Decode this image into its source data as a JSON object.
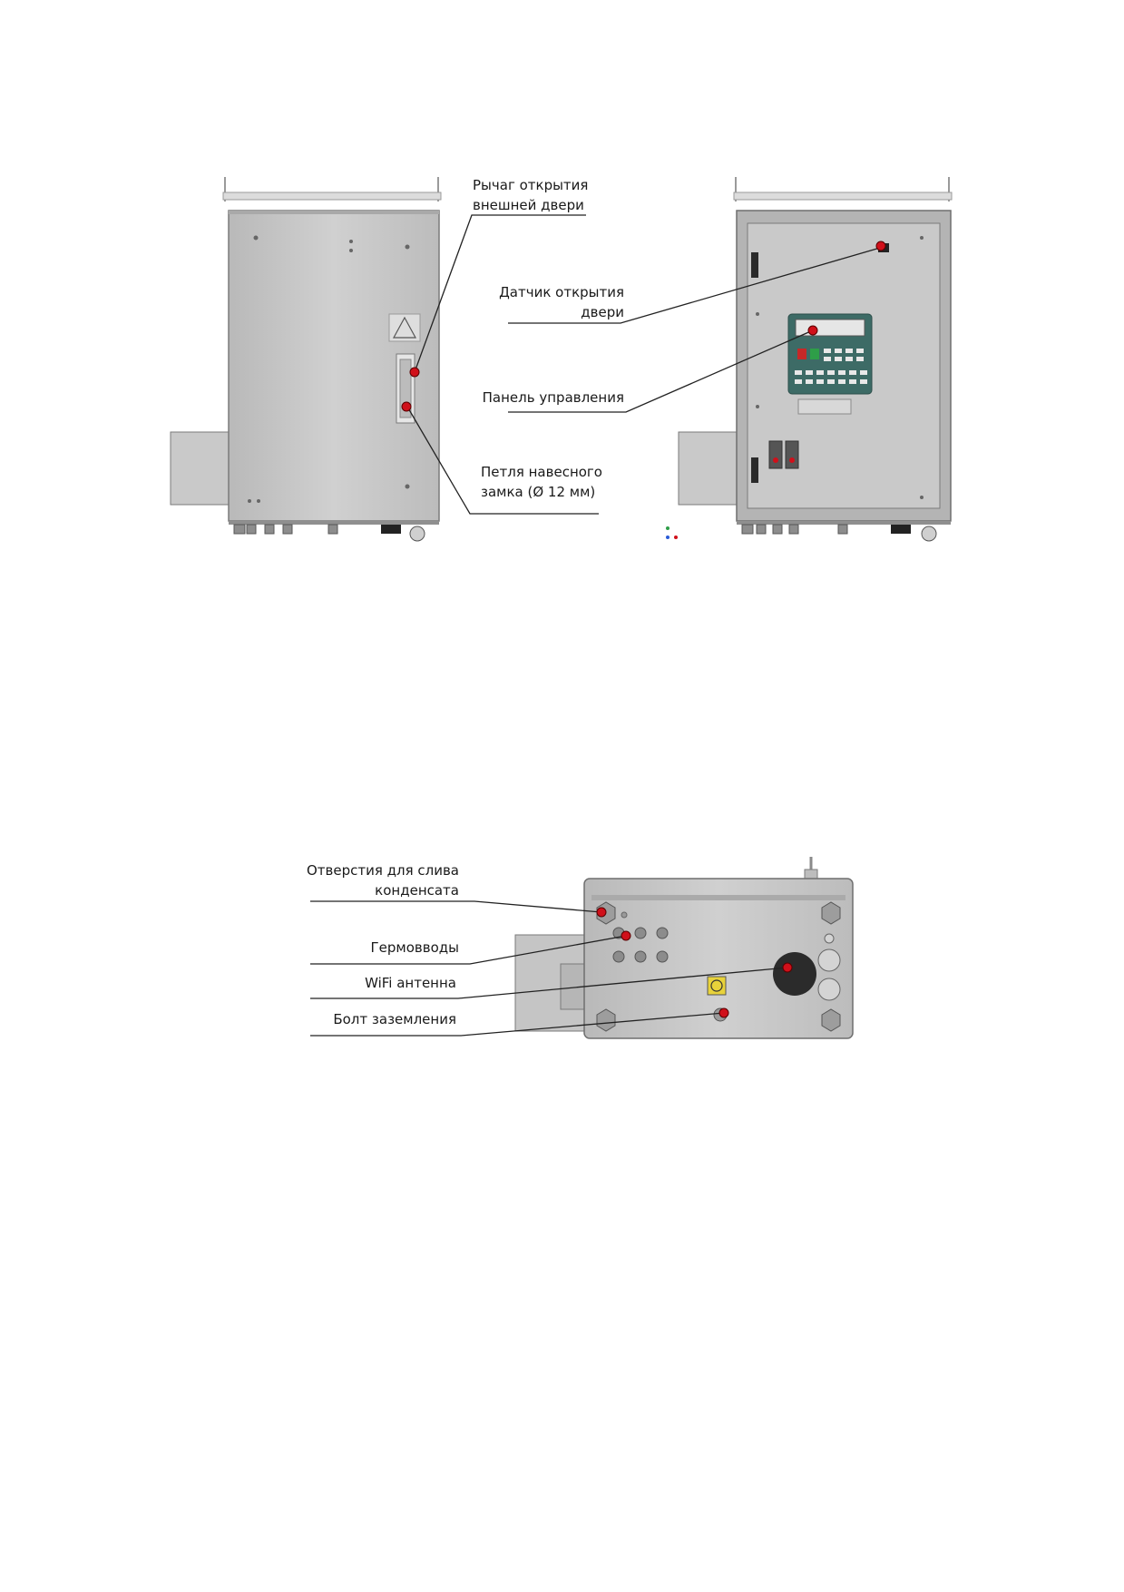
{
  "figure1": {
    "labels": {
      "lever": [
        "Рычаг открытия",
        "внешней двери"
      ],
      "sensor": [
        "Датчик открытия",
        "двери"
      ],
      "panel": [
        "Панель управления"
      ],
      "padlock": [
        "Петля навесного",
        "замка (Ø 12 мм)"
      ]
    }
  },
  "figure2": {
    "labels": {
      "drain": [
        "Отверстия для слива",
        "конденсата"
      ],
      "glands": [
        "Гермовводы"
      ],
      "wifi": [
        "WiFi антенна"
      ],
      "ground": [
        "Болт заземления"
      ]
    }
  },
  "colors": {
    "marker": "#d0101a",
    "cabinet": "#c4c4c4",
    "keypad": "#3d6b66",
    "ground_label": "#e8d23a"
  }
}
